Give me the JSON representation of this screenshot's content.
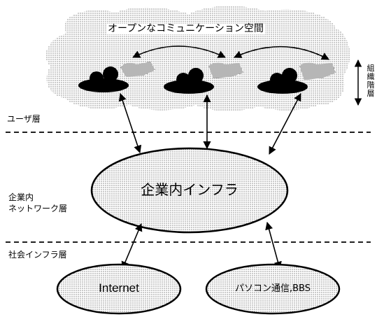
{
  "cloud_title": "オープンなコミュニケーション空間",
  "vertical_label": "組織階層",
  "layers": {
    "user": "ユーザ層",
    "enterprise_line1": "企業内",
    "enterprise_line2": "ネットワーク層",
    "social": "社会インフラ層"
  },
  "enterprise_infra": "企業内インフラ",
  "internet": "Internet",
  "pc_comm": "パソコン通信,BBS"
}
